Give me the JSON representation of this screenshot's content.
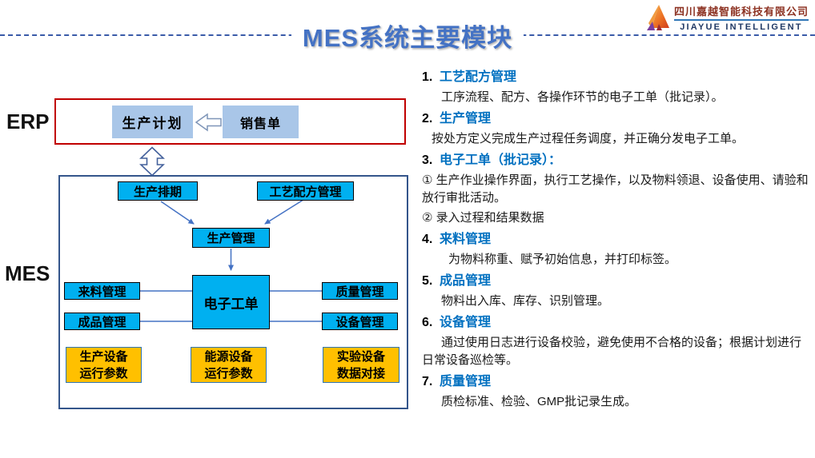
{
  "slide_title": "MES系统主要模块",
  "logo": {
    "company_cn": "四川嘉越智能科技有限公司",
    "company_en": "JIAYUE INTELLIGENT"
  },
  "colors": {
    "title_blue": "#4472C4",
    "note_heading_blue": "#0070C0",
    "cyan_box": "#00B0F0",
    "light_blue_box": "#A9C6E8",
    "yellow_box": "#FFC000",
    "erp_frame_red": "#C00000",
    "mes_frame_blue": "#34558B",
    "connector_blue": "#4472C4"
  },
  "diagram": {
    "erp_label": "ERP",
    "mes_label": "MES",
    "production_plan": "生产计划",
    "sales_order": "销售单",
    "production_schedule": "生产排期",
    "process_recipe_mgmt": "工艺配方管理",
    "production_mgmt": "生产管理",
    "e_work_order": "电子工单",
    "incoming_material_mgmt": "来料管理",
    "finished_goods_mgmt": "成品管理",
    "quality_mgmt": "质量管理",
    "equipment_mgmt": "设备管理",
    "prod_equipment_params": "生产设备\n运行参数",
    "energy_equipment_params": "能源设备\n运行参数",
    "lab_equipment_data": "实验设备\n数据对接"
  },
  "notes": {
    "items": [
      {
        "num": "1.",
        "title": "工艺配方管理",
        "body": [
          "工序流程、配方、各操作环节的电子工单（批记录）。"
        ]
      },
      {
        "num": "2.",
        "title": "生产管理",
        "body": [
          "按处方定义完成生产过程任务调度，并正确分发电子工单。"
        ]
      },
      {
        "num": "3.",
        "title": "电子工单（批记录）：",
        "body": [
          "① 生产作业操作界面，执行工艺操作，以及物料领退、设备使用、请验和放行审批活动。",
          "② 录入过程和结果数据"
        ]
      },
      {
        "num": "4.",
        "title": "来料管理",
        "body": [
          "为物料称重、赋予初始信息，并打印标签。"
        ]
      },
      {
        "num": "5.",
        "title": "成品管理",
        "body": [
          "物料出入库、库存、识别管理。"
        ]
      },
      {
        "num": "6.",
        "title": "设备管理",
        "body": [
          "通过使用日志进行设备校验，避免使用不合格的设备；根据计划进行日常设备巡检等。"
        ]
      },
      {
        "num": "7.",
        "title": "质量管理",
        "body": [
          "质检标准、检验、GMP批记录生成。"
        ]
      }
    ]
  }
}
